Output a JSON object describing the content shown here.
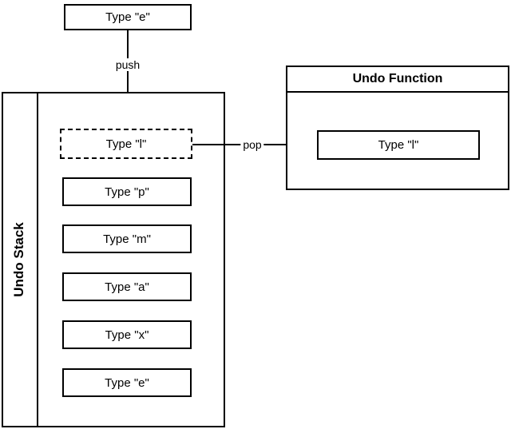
{
  "diagram": {
    "colors": {
      "stroke": "#000000",
      "background": "#ffffff",
      "text": "#000000"
    },
    "input_box": {
      "label": "Type \"e\""
    },
    "edges": {
      "push_label": "push",
      "pop_label": "pop"
    },
    "stack": {
      "title": "Undo Stack",
      "top_item": {
        "label": "Type \"l\"",
        "style": "dashed"
      },
      "items": [
        {
          "label": "Type \"p\""
        },
        {
          "label": "Type \"m\""
        },
        {
          "label": "Type \"a\""
        },
        {
          "label": "Type \"x\""
        },
        {
          "label": "Type \"e\""
        }
      ]
    },
    "undo_function": {
      "title": "Undo Function",
      "item": {
        "label": "Type \"l\""
      }
    }
  }
}
